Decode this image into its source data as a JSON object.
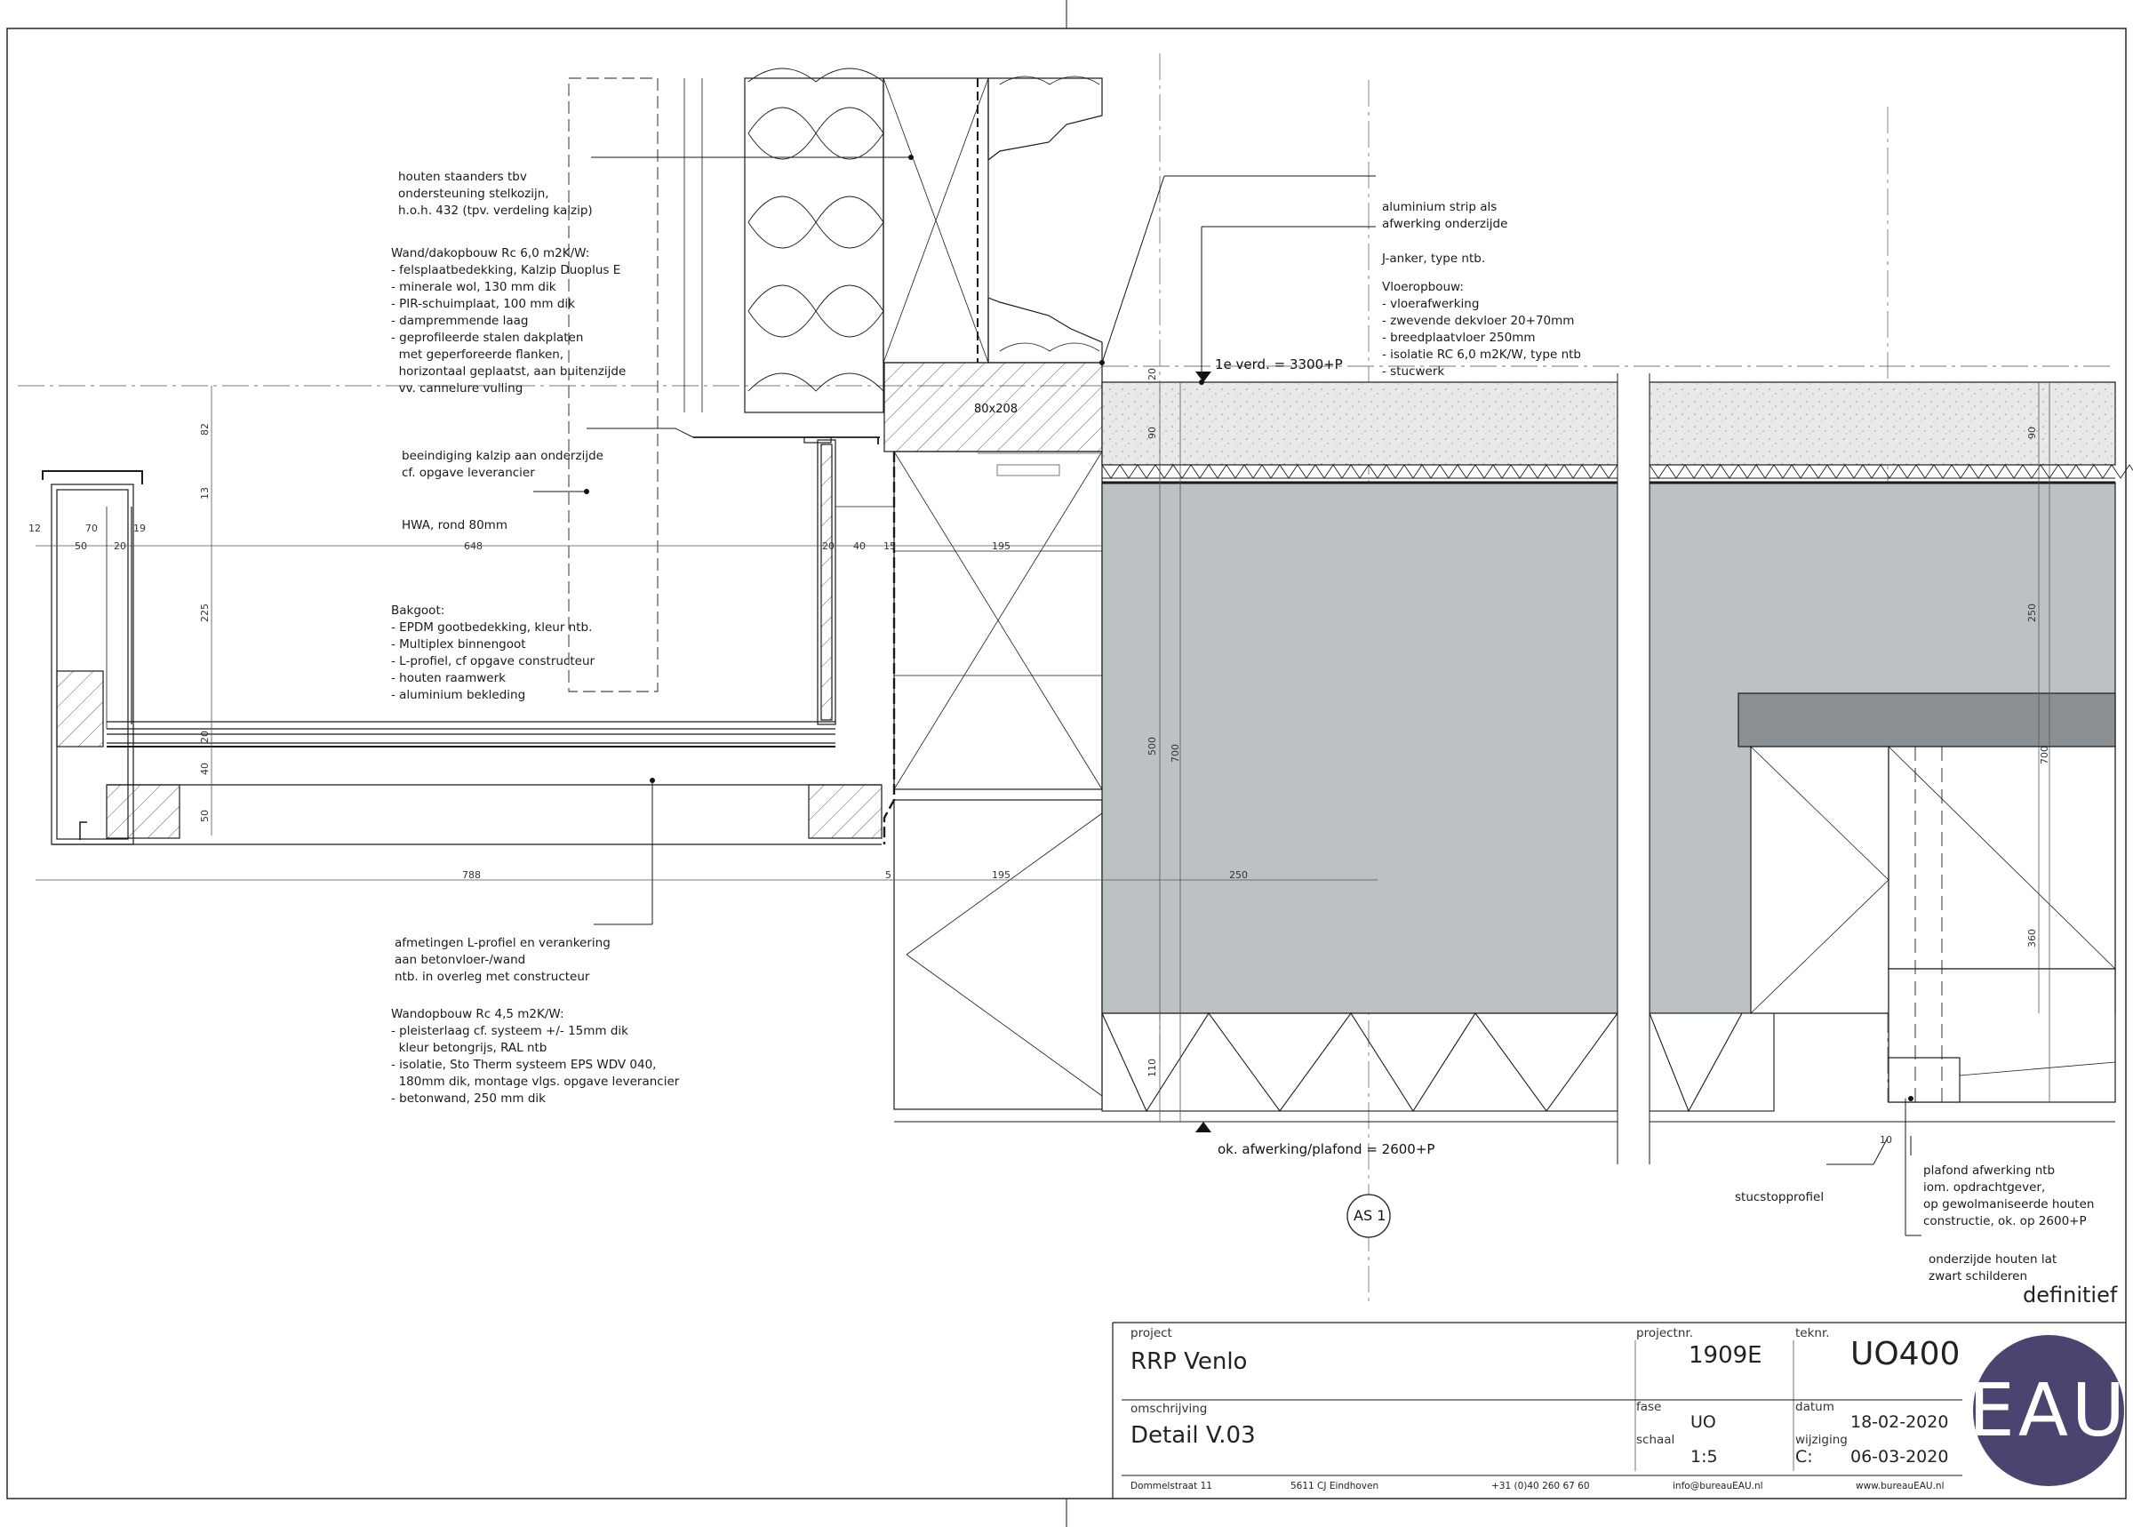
{
  "drawing": {
    "status": "definitief",
    "axis_label": "AS 1",
    "levels": {
      "top": "1e verd. = 3300+P",
      "bottom": "ok. afwerking/plafond = 2600+P"
    },
    "section_labels": {
      "beam": "80x208"
    },
    "dimensions": {
      "d12": "12",
      "d70": "70",
      "d19": "19",
      "d50a": "50",
      "d20a": "20",
      "d648": "648",
      "d20b": "20",
      "d40a": "40",
      "d15": "15",
      "d195a": "195",
      "d82": "82",
      "d13": "13",
      "d225": "225",
      "d20c": "20",
      "d40b": "40",
      "d50b": "50",
      "d788": "788",
      "d5": "5",
      "d195b": "195",
      "d250a": "250",
      "d20d": "20",
      "d90a": "90",
      "d500": "500",
      "d700a": "700",
      "d110": "110",
      "d90b": "90",
      "d250b": "250",
      "d700b": "700",
      "d360": "360",
      "d10": "10"
    },
    "notes": {
      "staanders": [
        "houten staanders tbv",
        "ondersteuning stelkozijn,",
        "h.o.h. 432 (tpv. verdeling kalzip)"
      ],
      "wand_dak": [
        "Wand/dakopbouw Rc 6,0 m2K/W:",
        "- felsplaatbedekking, Kalzip Duoplus E",
        "- minerale wol, 130 mm dik",
        "- PIR-schuimplaat, 100 mm dik",
        "- dampremmende laag",
        "- geprofileerde stalen dakplaten",
        "  met geperforeerde flanken,",
        "  horizontaal geplaatst, aan buitenzijde",
        "  vv. cannelure vulling"
      ],
      "beeindiging": [
        "beeindiging kalzip aan onderzijde",
        "cf. opgave leverancier"
      ],
      "hwa": [
        "HWA, rond 80mm"
      ],
      "bakgoot": [
        "Bakgoot:",
        "- EPDM gootbedekking, kleur ntb.",
        "- Multiplex binnengoot",
        "- L-profiel, cf opgave constructeur",
        "- houten raamwerk",
        "- aluminium bekleding"
      ],
      "lprofiel": [
        "afmetingen L-profiel en verankering",
        "aan betonvloer-/wand",
        "ntb. in overleg met constructeur"
      ],
      "wandopbouw": [
        "Wandopbouw Rc 4,5 m2K/W:",
        "- pleisterlaag cf. systeem +/- 15mm dik",
        "  kleur betongrijs, RAL ntb",
        "- isolatie, Sto Therm systeem EPS WDV 040,",
        "  180mm dik, montage vlgs. opgave leverancier",
        "- betonwand, 250 mm dik"
      ],
      "alustrip": [
        "aluminium strip als",
        "afwerking onderzijde"
      ],
      "janker": [
        "J-anker, type ntb."
      ],
      "vloer": [
        "Vloeropbouw:",
        "- vloerafwerking",
        "- zwevende dekvloer 20+70mm",
        "- breedplaatvloer 250mm",
        "- isolatie RC 6,0 m2K/W, type ntb",
        "- stucwerk"
      ],
      "stucstop": [
        "stucstopprofiel"
      ],
      "plafond": [
        "plafond afwerking ntb",
        "iom. opdrachtgever,",
        "op gewolmaniseerde houten",
        "constructie, ok. op 2600+P"
      ],
      "lat": [
        "onderzijde houten lat",
        "zwart schilderen"
      ]
    }
  },
  "title_block": {
    "project_label": "project",
    "project": "RRP Venlo",
    "projectnr_label": "projectnr.",
    "projectnr": "1909E",
    "teknr_label": "teknr.",
    "teknr": "UO400",
    "omschrijving_label": "omschrijving",
    "omschrijving": "Detail V.03",
    "fase_label": "fase",
    "fase": "UO",
    "datum_label": "datum",
    "datum": "18-02-2020",
    "schaal_label": "schaal",
    "schaal": "1:5",
    "wijziging_label": "wijziging",
    "wijziging_code": "C:",
    "wijziging_datum": "06-03-2020",
    "address": "Dommelstraat 11",
    "postcode": "5611 CJ Eindhoven",
    "phone": "+31 (0)40 260 67 60",
    "email": "info@bureauEAU.nl",
    "web": "www.bureauEAU.nl",
    "logo_text": "EAU"
  },
  "colors": {
    "concrete": "#bcc1c4",
    "screed": "#e8e9e9",
    "beam": "#8a9093",
    "logo_bg": "#4a4570",
    "line": "#1a1a1a"
  }
}
